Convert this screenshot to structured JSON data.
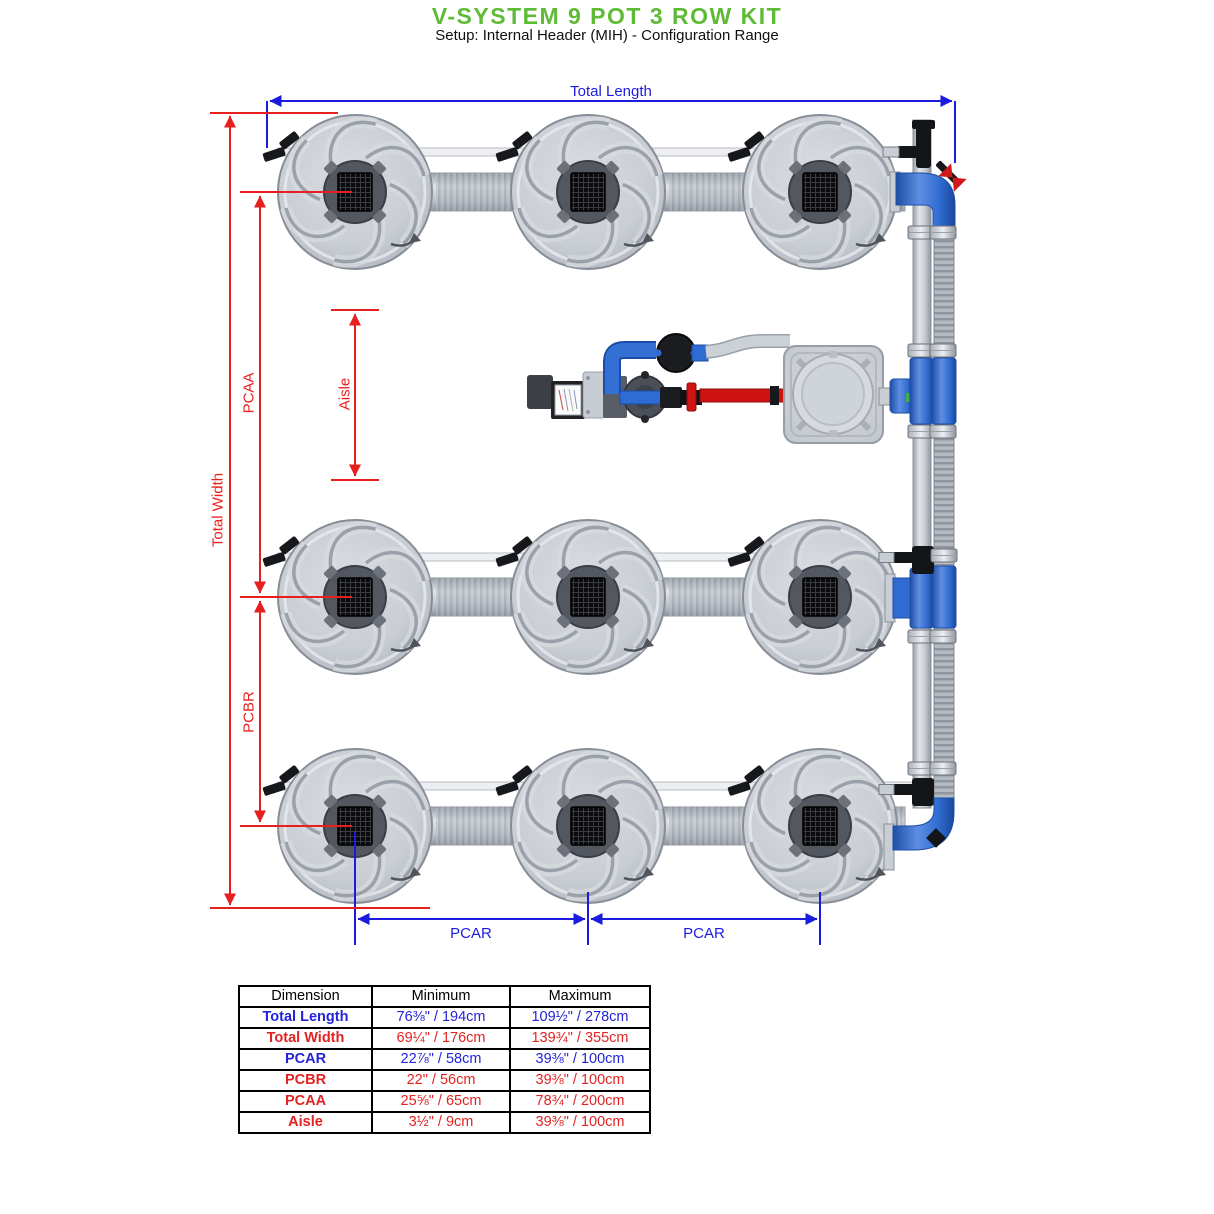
{
  "title": "V-SYSTEM 9 POT 3 ROW KIT",
  "subtitle": "Setup: Internal Header (MIH) - Configuration Range",
  "colors": {
    "title_green": "#5fbb36",
    "dimension_blue": "#1b1be0",
    "dimension_red": "#e81f1f",
    "fitting_blue": "#2f6bd0",
    "pipe_gray": "#c2c7ce",
    "red_pipe": "#ce1212"
  },
  "diagram": {
    "pot_count": 9,
    "row_count": 3,
    "dimension_labels": {
      "total_length": "Total Length",
      "total_width": "Total Width",
      "pcaa": "PCAA",
      "pcbr": "PCBR",
      "aisle": "Aisle",
      "pcar_1": "PCAR",
      "pcar_2": "PCAR"
    }
  },
  "table": {
    "headers": [
      "Dimension",
      "Minimum",
      "Maximum"
    ],
    "rows": [
      {
        "dimension": "Total Length",
        "min": "76⅜\" / 194cm",
        "max": "109½\" / 278cm",
        "color": "blue"
      },
      {
        "dimension": "Total Width",
        "min": "69¼\" / 176cm",
        "max": "139¾\" / 355cm",
        "color": "red"
      },
      {
        "dimension": "PCAR",
        "min": "22⅞\" / 58cm",
        "max": "39⅜\" / 100cm",
        "color": "blue"
      },
      {
        "dimension": "PCBR",
        "min": "22\" / 56cm",
        "max": "39⅜\" / 100cm",
        "color": "red"
      },
      {
        "dimension": "PCAA",
        "min": "25⅝\" / 65cm",
        "max": "78¾\" / 200cm",
        "color": "red"
      },
      {
        "dimension": "Aisle",
        "min": "3½\" / 9cm",
        "max": "39⅜\" / 100cm",
        "color": "red"
      }
    ]
  }
}
